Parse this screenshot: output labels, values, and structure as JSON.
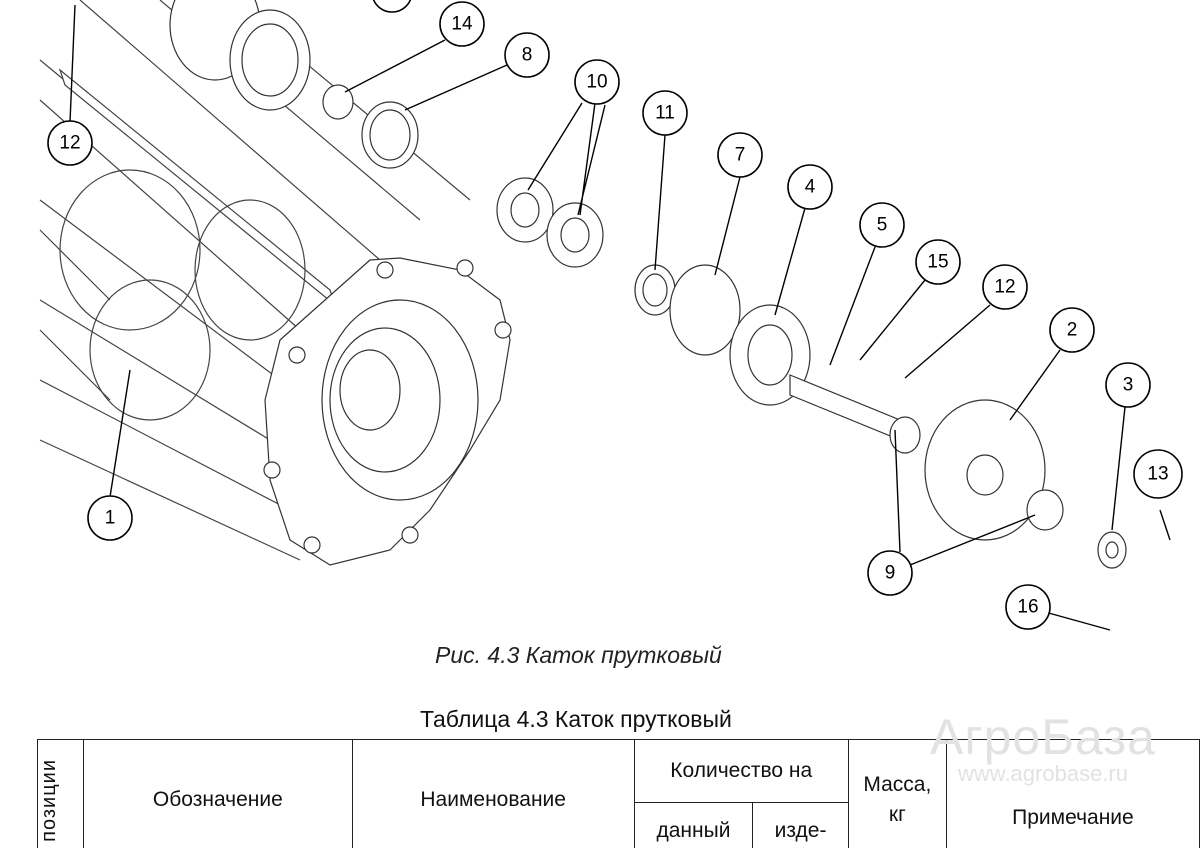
{
  "figure": {
    "caption": "Рис. 4.3 Каток прутковый",
    "callouts": [
      "12",
      "14",
      "8",
      "10",
      "11",
      "7",
      "4",
      "5",
      "15",
      "12",
      "2",
      "3",
      "13",
      "1",
      "9",
      "16"
    ]
  },
  "table": {
    "title": "Таблица 4.3 Каток прутковый",
    "headers": {
      "position": "позиции",
      "designation": "Обозначение",
      "name": "Наименование",
      "quantity": "Количество на",
      "qty_this": "данный",
      "qty_product": "изде-",
      "mass": "Масса, кг",
      "note": "Примечание"
    }
  },
  "watermark": {
    "brand": "АгроБаза",
    "url": "www.agrobase.ru"
  }
}
